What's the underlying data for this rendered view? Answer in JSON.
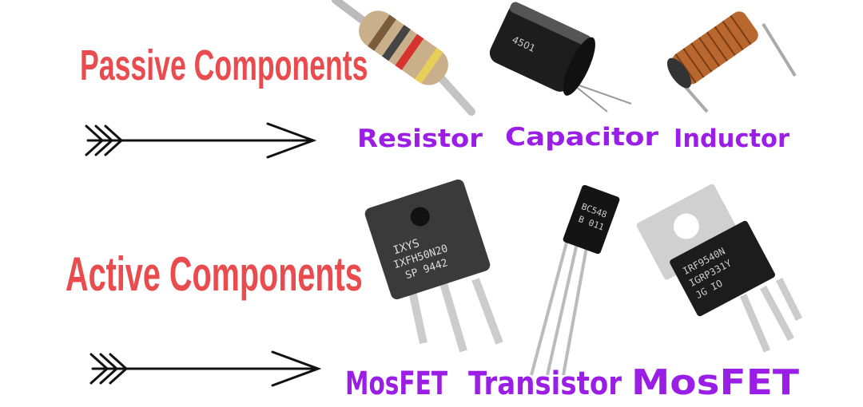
{
  "passive": {
    "title": "Passive Components",
    "components": [
      {
        "label": "Resistor",
        "image": "resistor"
      },
      {
        "label": "Capacitor",
        "image": "electrolytic-capacitor"
      },
      {
        "label": "Inductor",
        "image": "coil-inductor"
      }
    ]
  },
  "active": {
    "title": "Active Components",
    "components": [
      {
        "label": "MosFET",
        "image": "to-247-mosfet"
      },
      {
        "label": "Transistor",
        "image": "to-92-transistor"
      },
      {
        "label": "MosFET",
        "image": "to-220-mosfet"
      }
    ]
  },
  "markings": {
    "capacitor": "4501",
    "mosfet1": [
      "IXYS",
      "IXFH50N20",
      "SP 9442"
    ],
    "transistor": [
      "BC548",
      "B 011"
    ],
    "mosfet2": [
      "IRF9540N",
      "IGRP331Y",
      "JG  IO"
    ]
  },
  "colors": {
    "title": "#ea4b4e",
    "label": "#9a1ee6",
    "arrow": "#111111"
  }
}
